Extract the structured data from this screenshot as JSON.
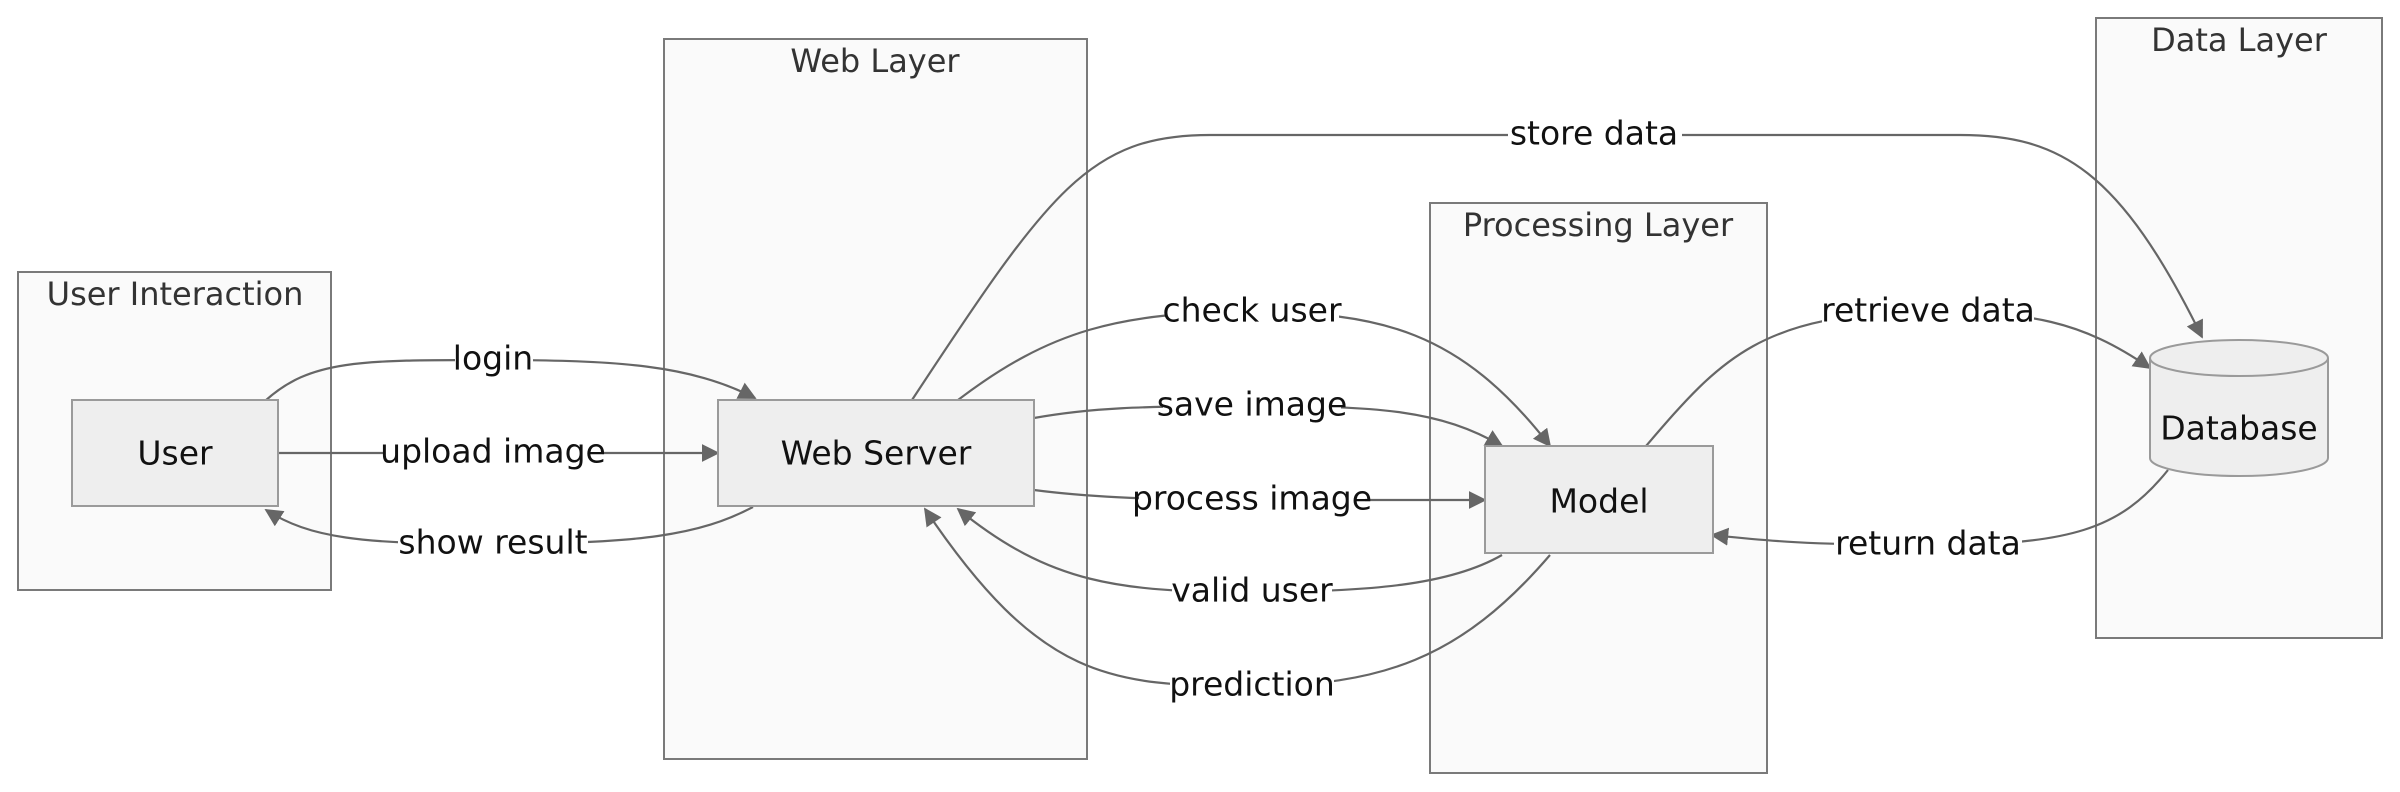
{
  "groups": {
    "user_interaction": "User Interaction",
    "web_layer": "Web Layer",
    "processing_layer": "Processing Layer",
    "data_layer": "Data Layer"
  },
  "nodes": {
    "user": "User",
    "web_server": "Web Server",
    "model": "Model",
    "database": "Database"
  },
  "edges": {
    "login": "login",
    "upload_image": "upload image",
    "show_result": "show result",
    "store_data": "store data",
    "check_user": "check user",
    "save_image": "save image",
    "process_image": "process image",
    "valid_user": "valid user",
    "prediction": "prediction",
    "retrieve_data": "retrieve data",
    "return_data": "return data"
  },
  "colors": {
    "group_fill": "#fafafa",
    "group_stroke": "#7a7a7a",
    "node_fill": "#eeeeee",
    "edge_stroke": "#666666"
  }
}
